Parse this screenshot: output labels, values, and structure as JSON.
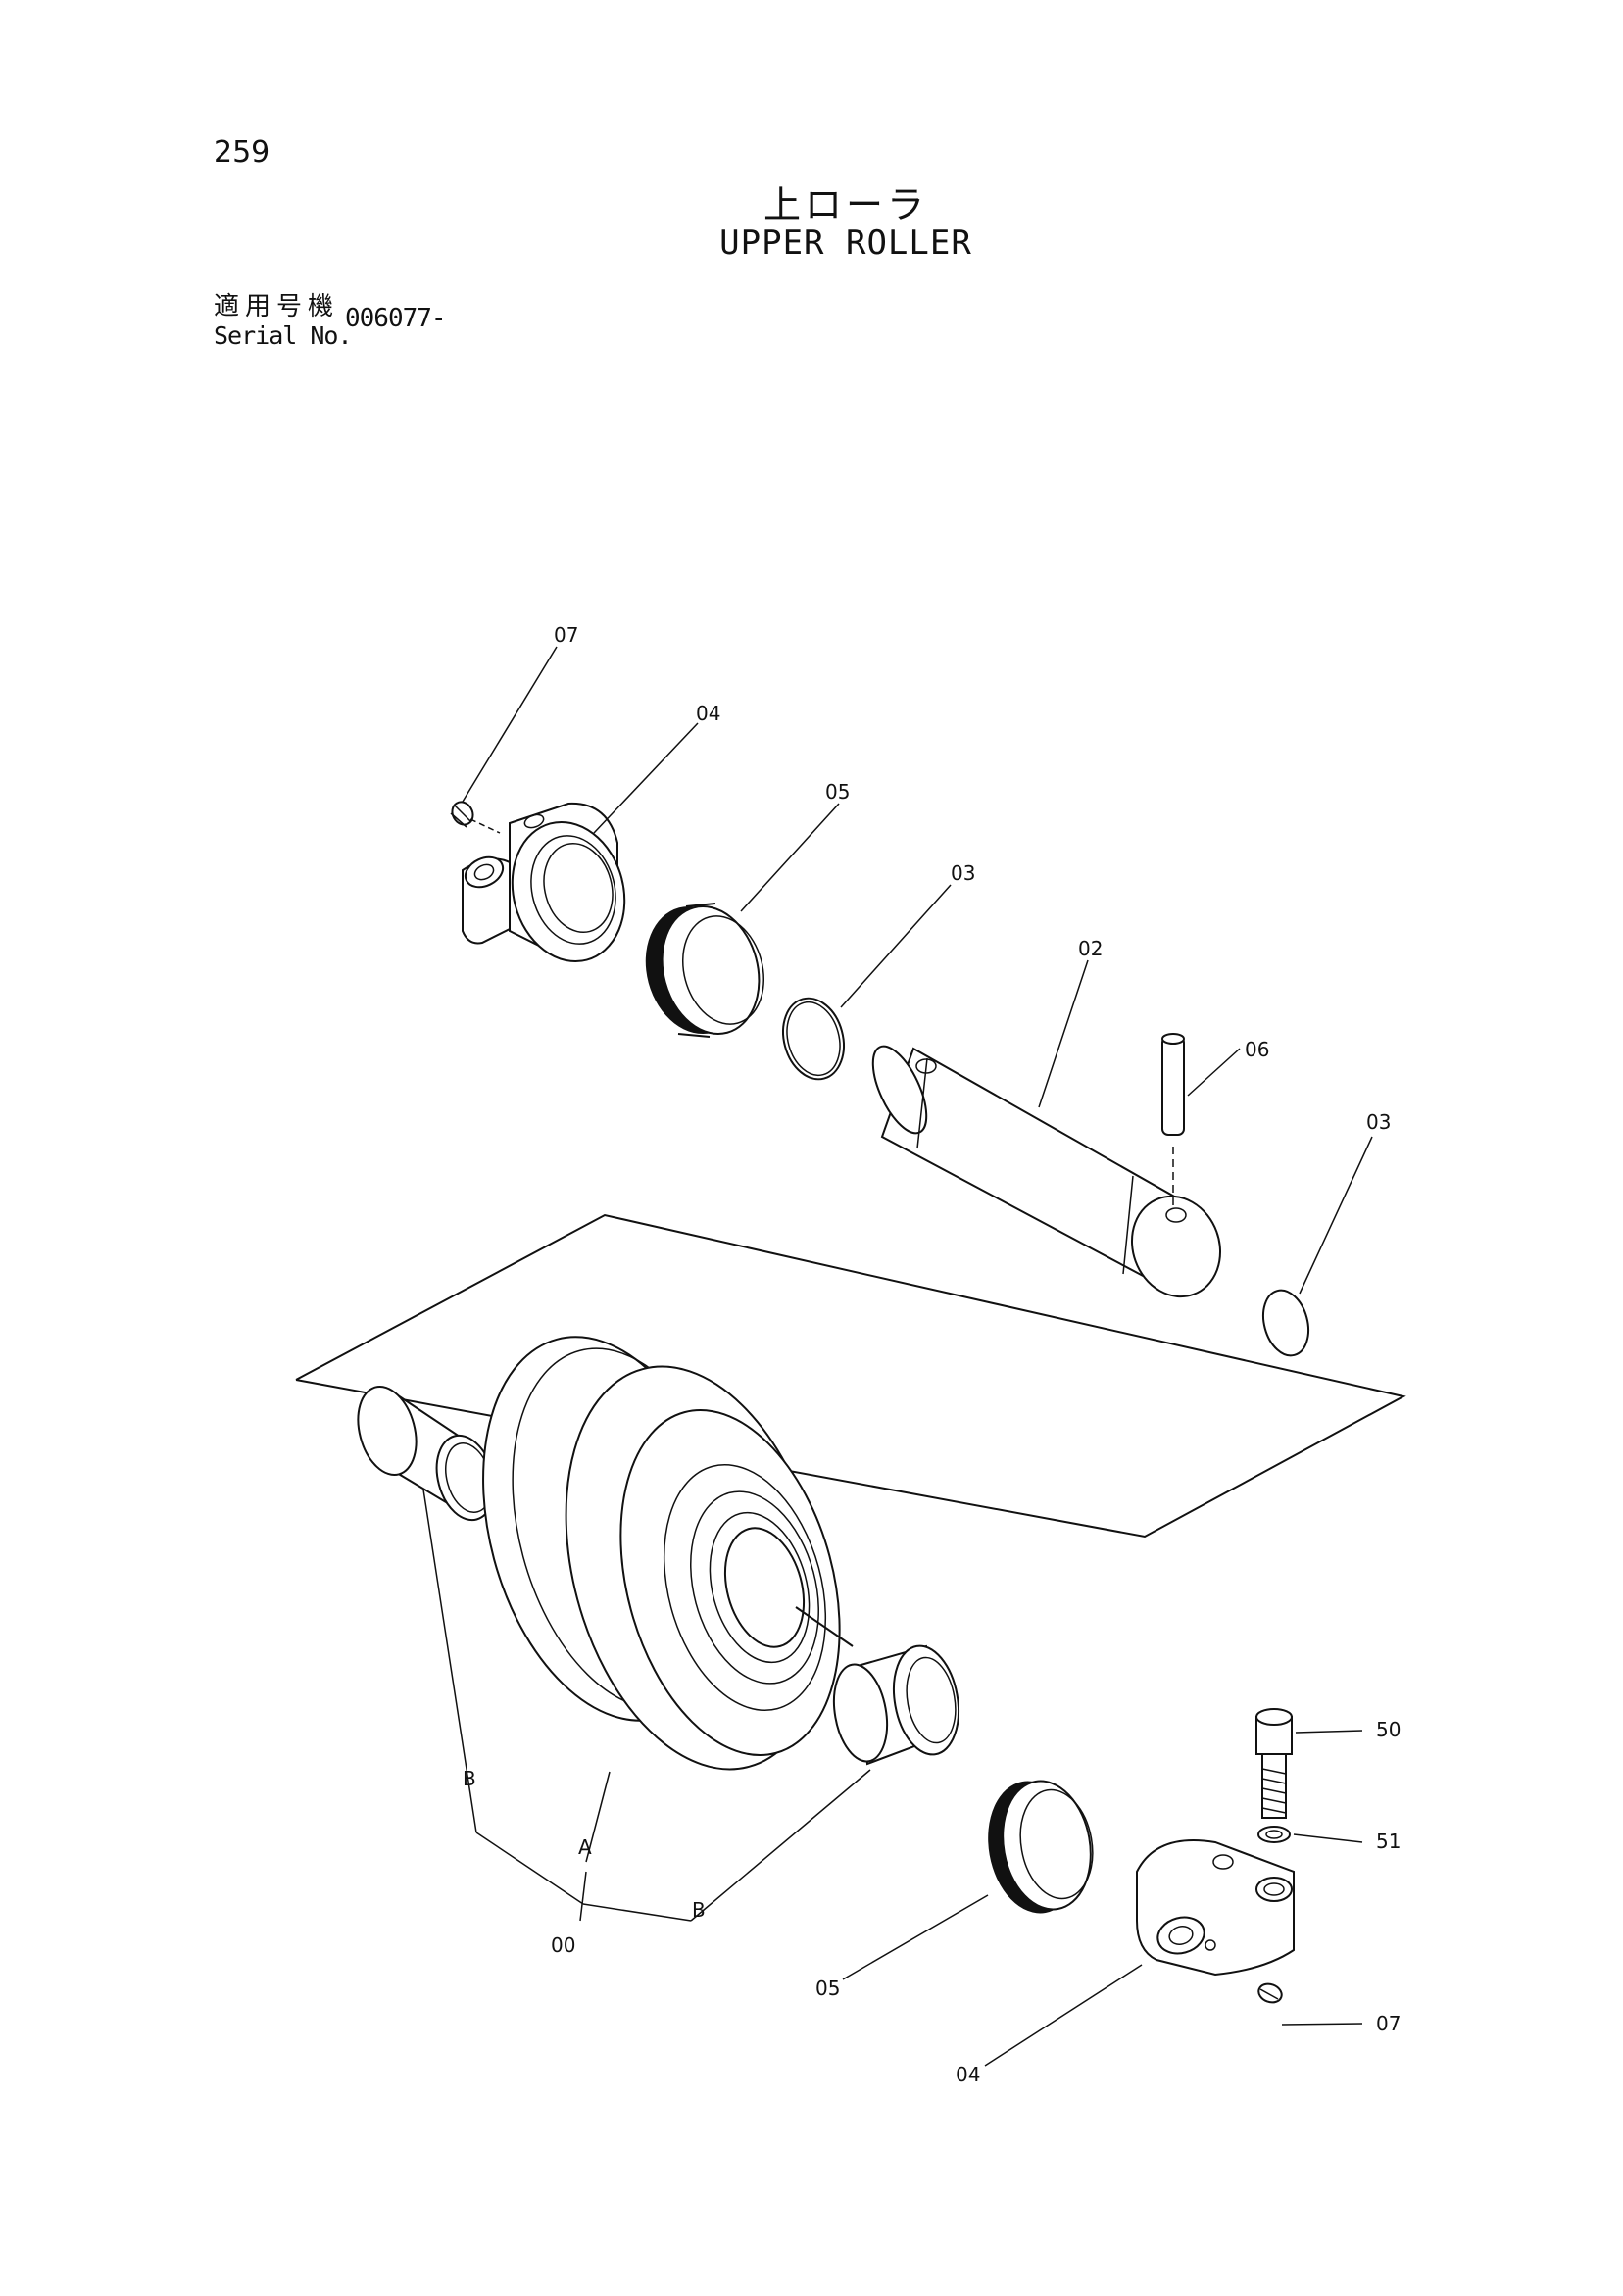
{
  "page_number": "259",
  "title_jp": "上ローラ",
  "title_en": "UPPER ROLLER",
  "serial_label_jp": "適用号機",
  "serial_label_en": "Serial No.",
  "serial_value": "006077-",
  "callouts": {
    "c07_top": "07",
    "c04_top": "04",
    "c05_top": "05",
    "c03_top": "03",
    "c02": "02",
    "c06": "06",
    "c03_right": "03",
    "c50": "50",
    "c51": "51",
    "c07_bottom": "07",
    "c04_bottom": "04",
    "c05_bottom": "05",
    "cB_left": "B",
    "cA": "A",
    "c00": "00",
    "cB_mid": "B"
  }
}
